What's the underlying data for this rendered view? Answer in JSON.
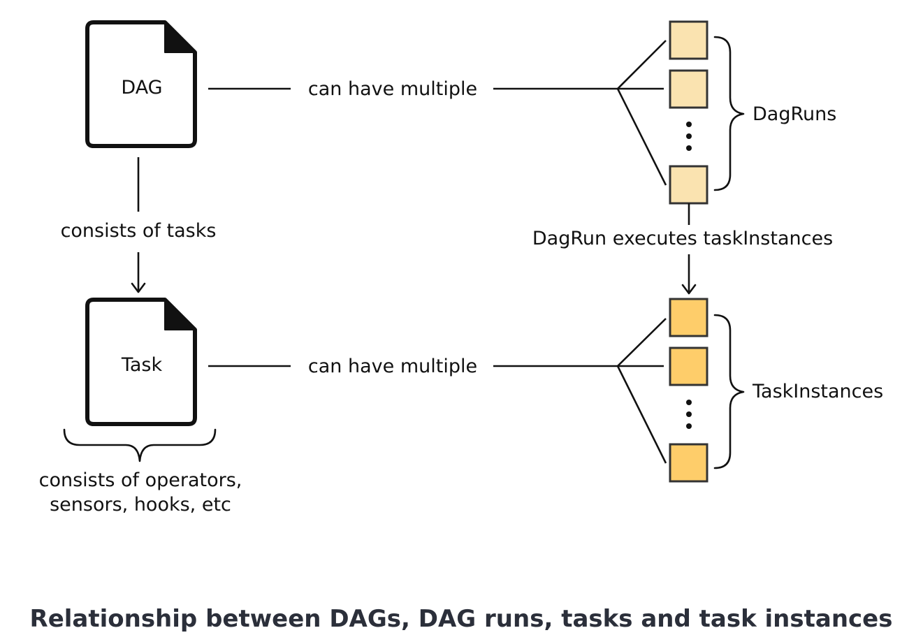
{
  "diagram": {
    "dag_label": "DAG",
    "task_label": "Task",
    "dag_relation": "can have multiple",
    "task_relation": "can have multiple",
    "dag_to_task": "consists of tasks",
    "dagrun_to_instances": "DagRun executes taskInstances",
    "dagruns_label": "DagRuns",
    "taskinstances_label": "TaskInstances",
    "task_components_line1": "consists of operators,",
    "task_components_line2": "sensors, hooks, etc"
  },
  "caption": "Relationship between DAGs, DAG runs, tasks and task instances",
  "colors": {
    "dagrun_fill": "#fae3b0",
    "taskinstance_fill": "#fecd6a",
    "caption_text": "#2b2f3a"
  },
  "icons": {
    "dag": "document-icon",
    "task": "document-icon"
  }
}
